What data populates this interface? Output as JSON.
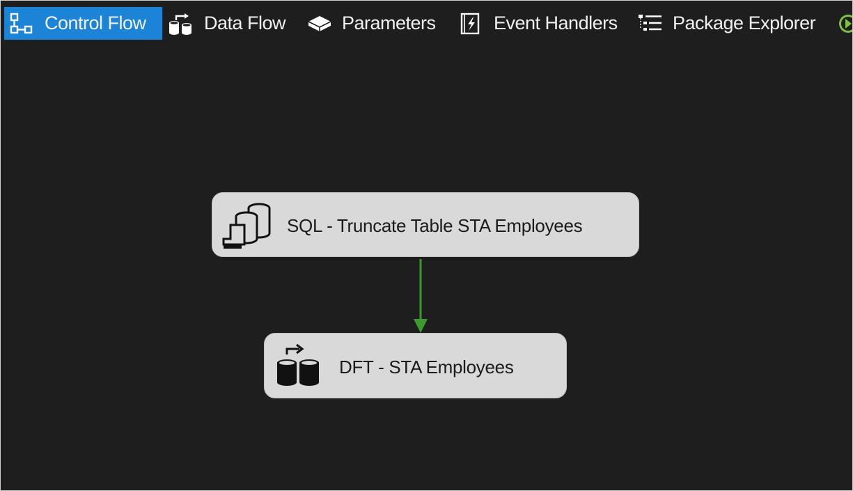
{
  "tabs": [
    {
      "label": "Control Flow",
      "icon": "control-flow-icon",
      "active": true
    },
    {
      "label": "Data Flow",
      "icon": "data-flow-icon",
      "active": false
    },
    {
      "label": "Parameters",
      "icon": "parameters-icon",
      "active": false
    },
    {
      "label": "Event Handlers",
      "icon": "event-handlers-icon",
      "active": false
    },
    {
      "label": "Package Explorer",
      "icon": "package-explorer-icon",
      "active": false
    }
  ],
  "run_icon": "progress-icon",
  "canvas": {
    "tasks": [
      {
        "label": "SQL - Truncate Table STA Employees",
        "icon": "execute-sql-task-icon"
      },
      {
        "label": "DFT - STA Employees",
        "icon": "data-flow-task-icon"
      }
    ],
    "constraint": {
      "from": "SQL - Truncate Table STA Employees",
      "to": "DFT - STA Employees",
      "type": "success"
    }
  },
  "colors": {
    "background": "#1e1e1e",
    "active_tab": "#1c84d6",
    "task_fill": "#d9d9d9",
    "success_arrow": "#3d9a2e"
  }
}
